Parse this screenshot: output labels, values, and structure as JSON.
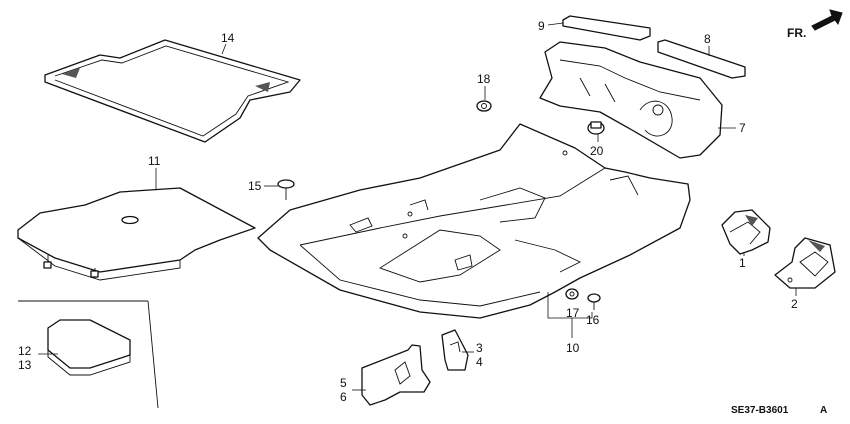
{
  "diagram": {
    "direction_label": "FR.",
    "drawing_code": "SE37-B3601",
    "drawing_code_suffix": "A",
    "callouts": [
      {
        "id": "c14",
        "text": "14"
      },
      {
        "id": "c11",
        "text": "11"
      },
      {
        "id": "c15",
        "text": "15"
      },
      {
        "id": "c12",
        "text": "12"
      },
      {
        "id": "c13",
        "text": "13"
      },
      {
        "id": "c18",
        "text": "18"
      },
      {
        "id": "c9",
        "text": "9"
      },
      {
        "id": "c8",
        "text": "8"
      },
      {
        "id": "c7",
        "text": "7"
      },
      {
        "id": "c20",
        "text": "20"
      },
      {
        "id": "c1",
        "text": "1"
      },
      {
        "id": "c2",
        "text": "2"
      },
      {
        "id": "c17",
        "text": "17"
      },
      {
        "id": "c16",
        "text": "16"
      },
      {
        "id": "c10",
        "text": "10"
      },
      {
        "id": "c3",
        "text": "3"
      },
      {
        "id": "c4",
        "text": "4"
      },
      {
        "id": "c5",
        "text": "5"
      },
      {
        "id": "c6",
        "text": "6"
      }
    ]
  }
}
